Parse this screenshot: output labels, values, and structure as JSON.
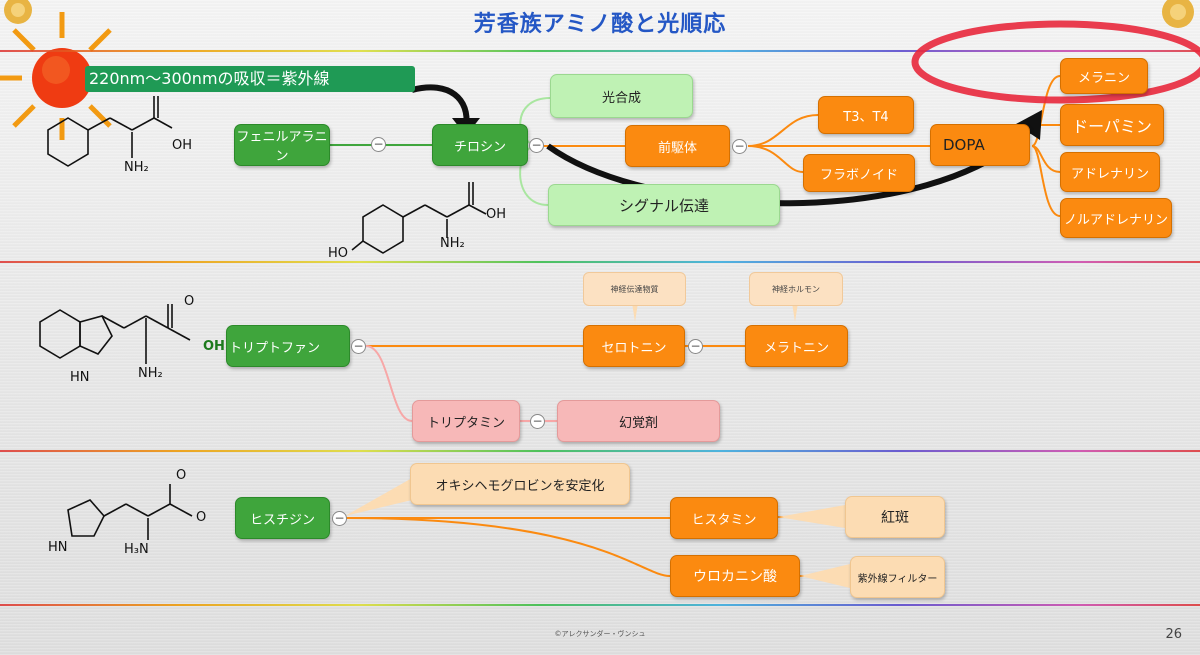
{
  "title": "芳香族アミノ酸と光順応",
  "uv_note": "220nm～300nmの吸収＝紫外線",
  "row1": {
    "phe": "フェニルアラニン",
    "tyr": "チロシン",
    "photosynthesis": "光合成",
    "precursor": "前駆体",
    "signal": "シグナル伝達",
    "t3t4": "T3、T4",
    "flavonoid": "フラボノイド",
    "dopa": "DOPA",
    "melanin": "メラニン",
    "dopamine": "ドーパミン",
    "adrenaline": "アドレナリン",
    "noradrenaline": "ノルアドレナリン"
  },
  "row2": {
    "trp": "トリプトファン",
    "serotonin": "セロトニン",
    "melatonin": "メラトニン",
    "neurotransmitter": "神経伝達物質",
    "neurohormone": "神経ホルモン",
    "tryptamine": "トリプタミン",
    "hallucinogen": "幻覚剤",
    "trp_oh": "OH"
  },
  "row3": {
    "his": "ヒスチジン",
    "oxyhb": "オキシヘモグロビンを安定化",
    "histamine": "ヒスタミン",
    "erythema": "紅斑",
    "urocanic": "ウロカニン酸",
    "uv_filter": "紫外線フィルター"
  },
  "mol": {
    "oh": "OH",
    "nh2": "NH₂",
    "ho": "HO",
    "hn": "HN",
    "h3n": "H₃N",
    "o": "O"
  },
  "footer": "©アレクサンダー・ヴンシュ",
  "page_number": "26",
  "colors": {
    "accent_blue": "#2457c5",
    "green": "#3fa53c",
    "orange": "#fb8a10",
    "red_marker": "#e8283c"
  }
}
